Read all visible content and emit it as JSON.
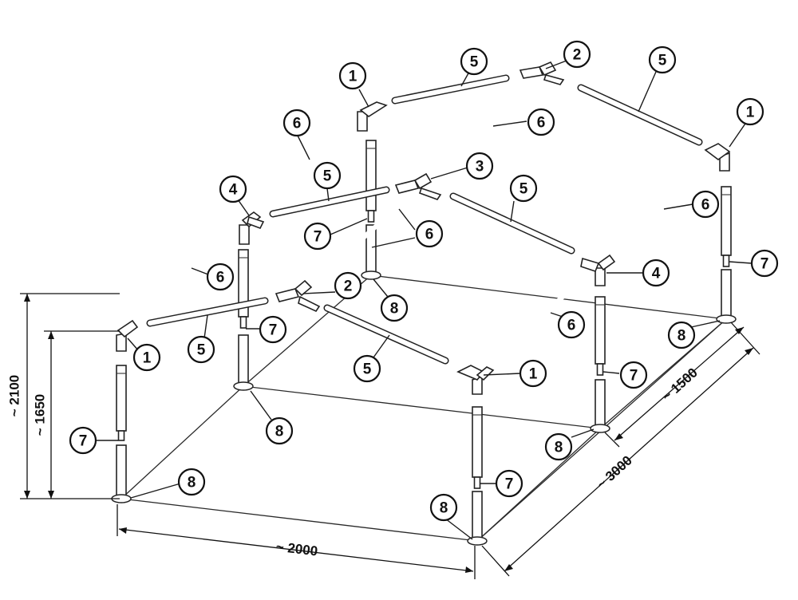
{
  "diagram": {
    "dimensions": {
      "total_height": "~ 2100",
      "wall_height": "~ 1650",
      "length": "~ 2000",
      "depth": "~ 3000",
      "half_depth": "~ 1500"
    },
    "callouts": {
      "c1a": "1",
      "c1b": "1",
      "c1c": "1",
      "c1d": "1",
      "c2a": "2",
      "c2b": "2",
      "c3": "3",
      "c4a": "4",
      "c4b": "4",
      "c5a": "5",
      "c5b": "5",
      "c5c": "5",
      "c5d": "5",
      "c5e": "5",
      "c5f": "5",
      "c6a": "6",
      "c6b": "6",
      "c6c": "6",
      "c6d": "6",
      "c6e": "6",
      "c6f": "6",
      "c7a": "7",
      "c7b": "7",
      "c7c": "7",
      "c7d": "7",
      "c7e": "7",
      "c7f": "7",
      "c8a": "8",
      "c8b": "8",
      "c8c": "8",
      "c8d": "8",
      "c8e": "8",
      "c8f": "8"
    }
  }
}
